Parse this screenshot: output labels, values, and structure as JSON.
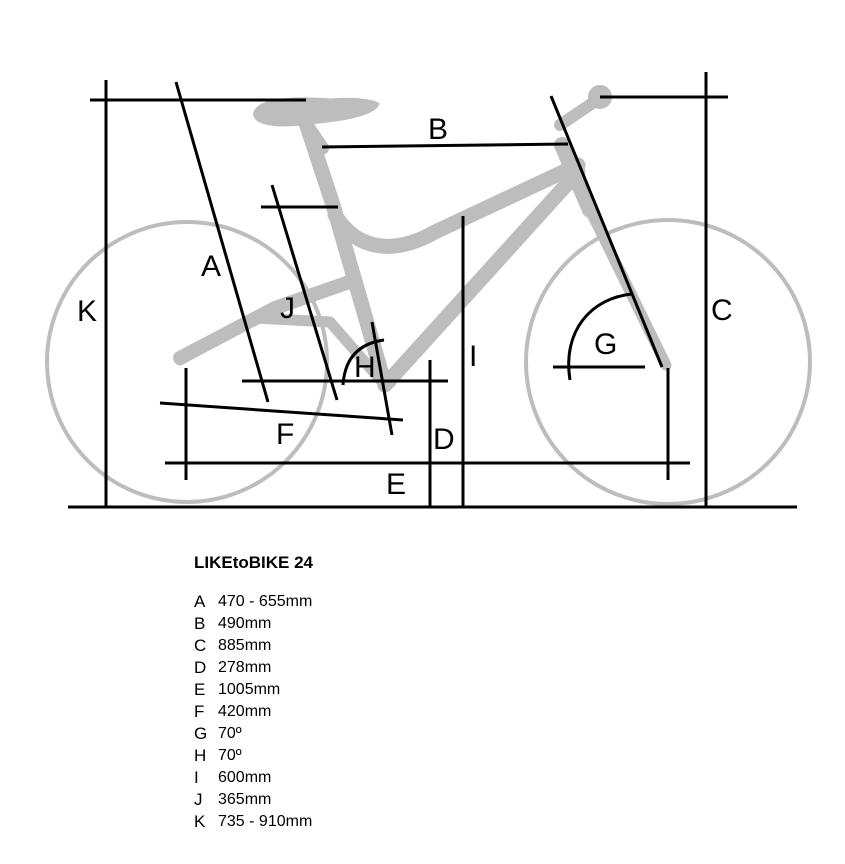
{
  "title": "LIKEtoBIKE 24",
  "colors": {
    "bike": "#bdbdbd",
    "lines": "#000000",
    "background": "#ffffff"
  },
  "labels": {
    "A": "A",
    "B": "B",
    "C": "C",
    "D": "D",
    "E": "E",
    "F": "F",
    "G": "G",
    "H": "H",
    "I": "I",
    "J": "J",
    "K": "K"
  },
  "specs": [
    {
      "letter": "A",
      "value": "470 - 655mm"
    },
    {
      "letter": "B",
      "value": "490mm"
    },
    {
      "letter": "C",
      "value": "885mm"
    },
    {
      "letter": "D",
      "value": "278mm"
    },
    {
      "letter": "E",
      "value": "1005mm"
    },
    {
      "letter": "F",
      "value": "420mm"
    },
    {
      "letter": "G",
      "value": "70º"
    },
    {
      "letter": "H",
      "value": "70º"
    },
    {
      "letter": "I",
      "value": "600mm"
    },
    {
      "letter": "J",
      "value": "365mm"
    },
    {
      "letter": "K",
      "value": "735 - 910mm"
    }
  ]
}
